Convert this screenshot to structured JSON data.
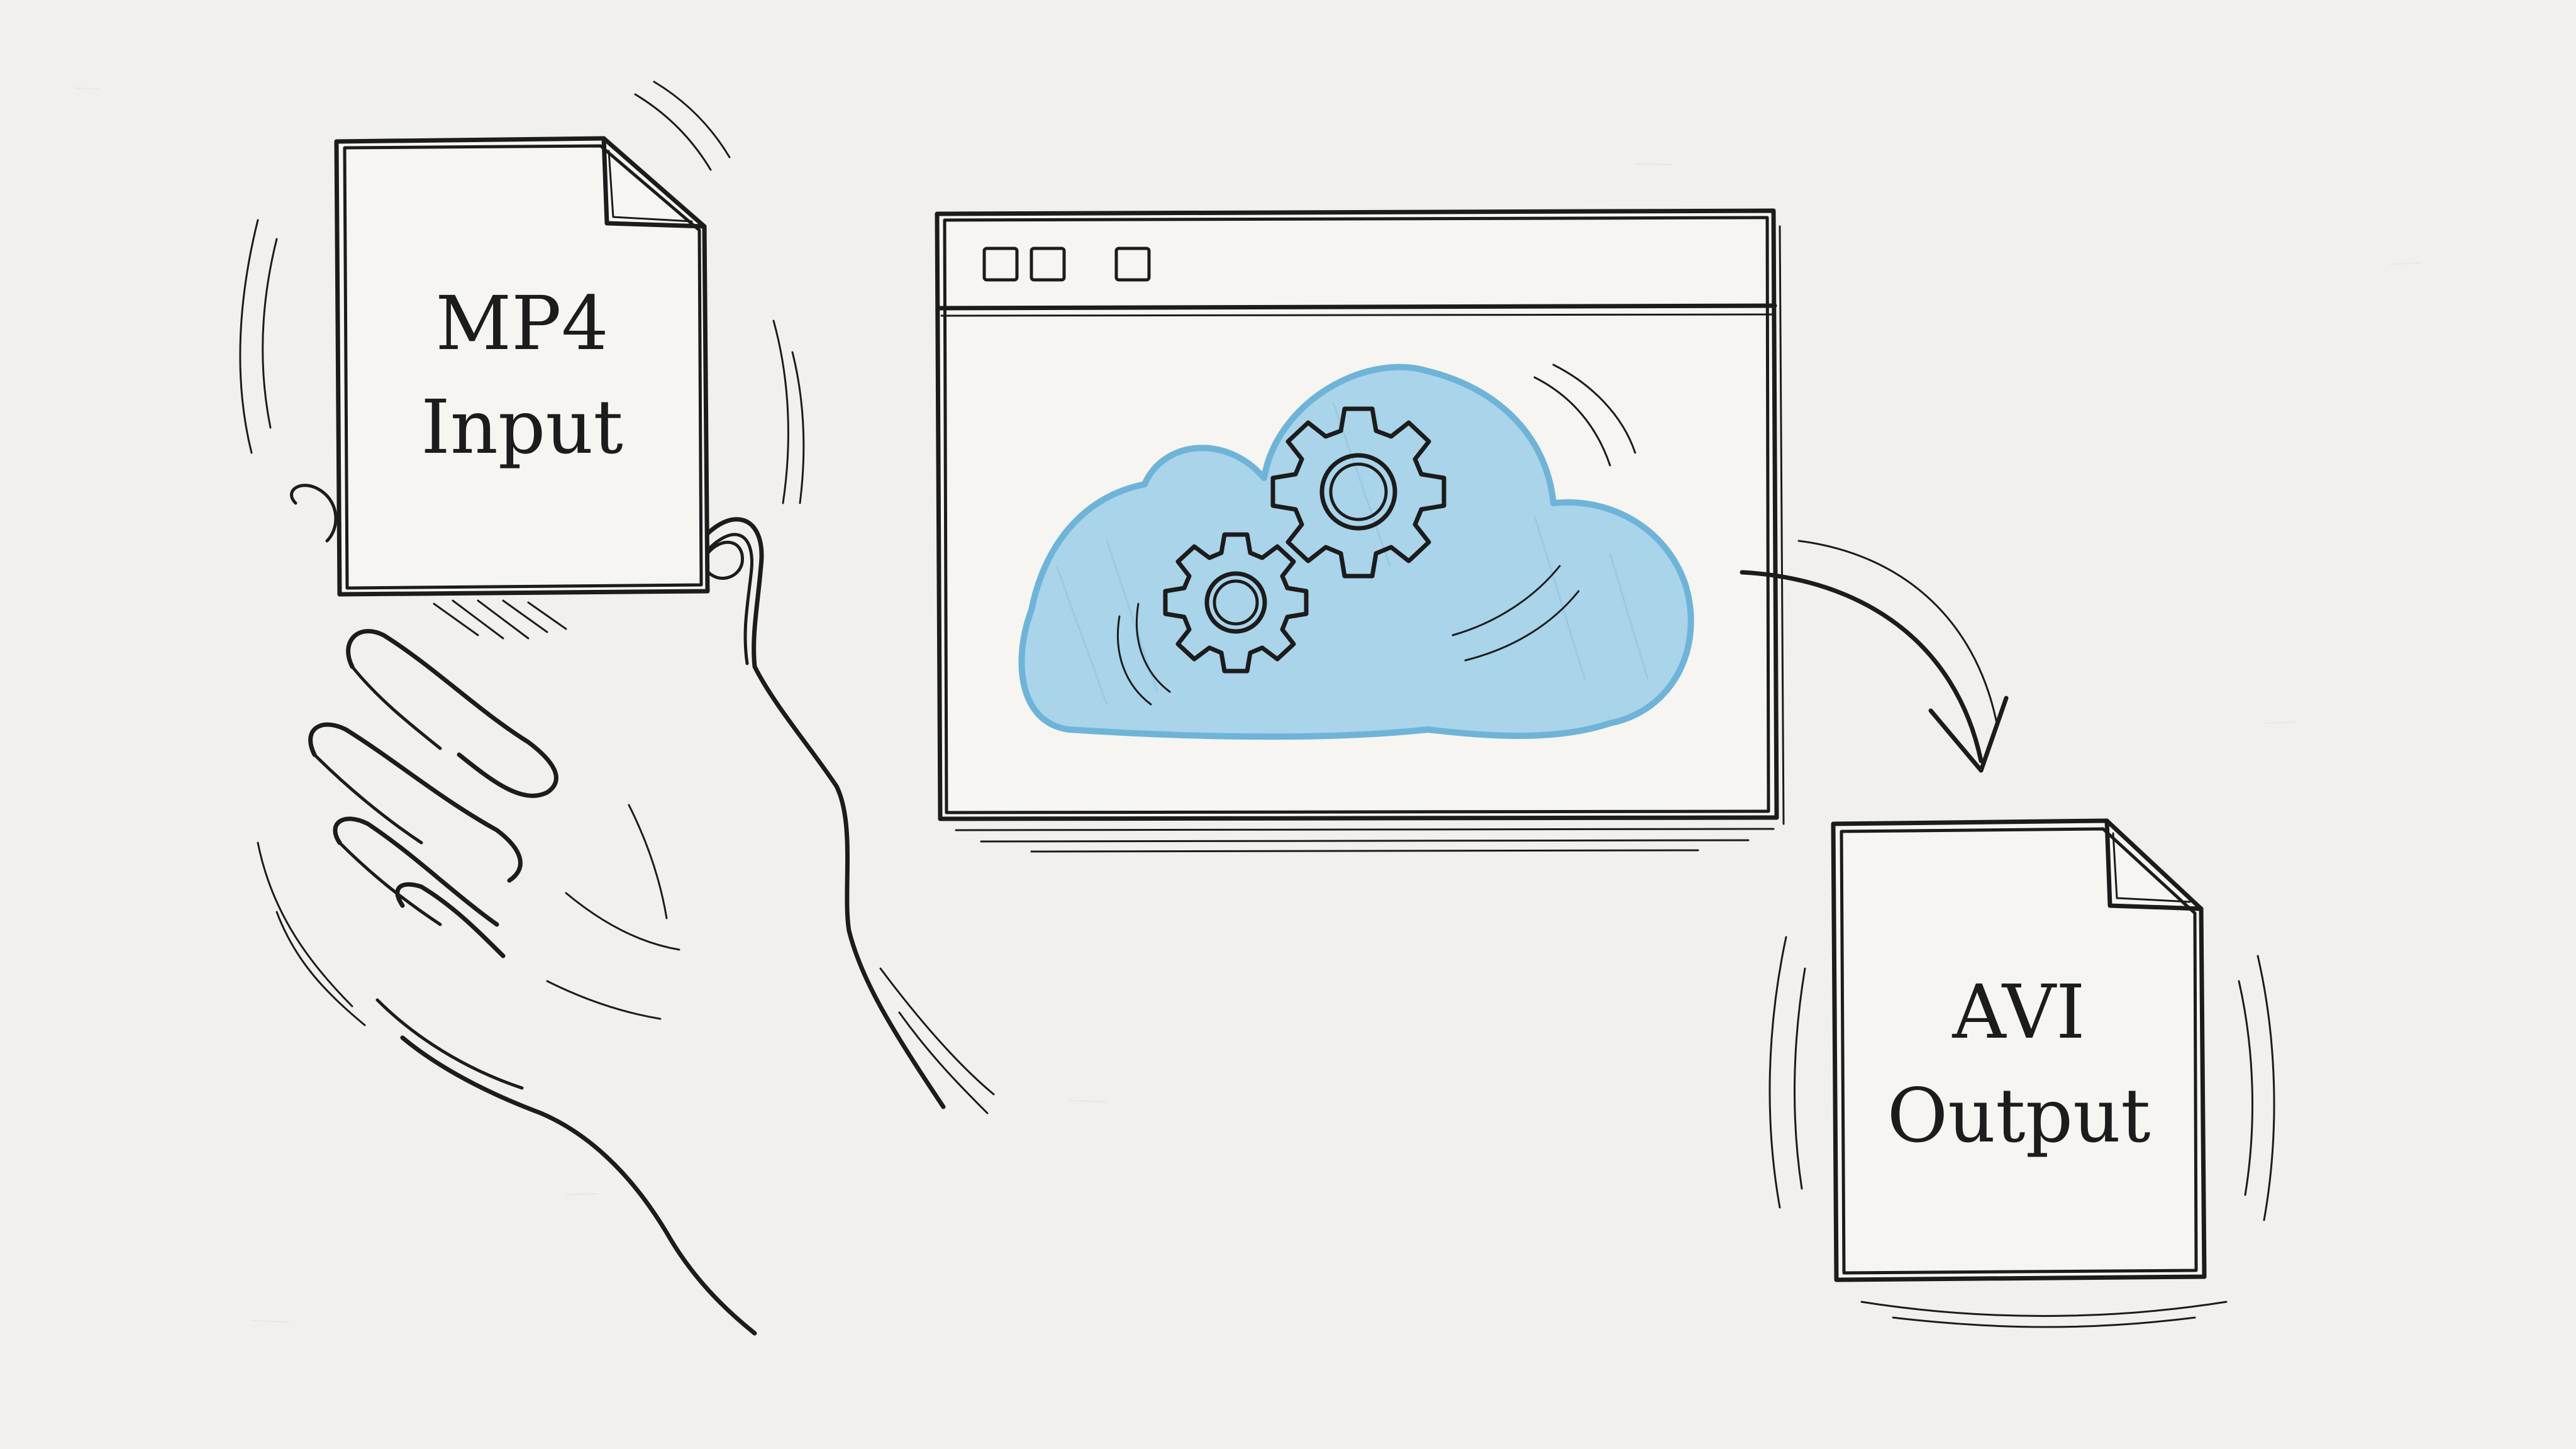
{
  "input_file": {
    "line1": "MP4",
    "line2": "Input"
  },
  "output_file": {
    "line1": "AVI",
    "line2": "Output"
  },
  "colors": {
    "paper": "#f1f0ed",
    "ink": "#1c1c1c",
    "cloud_fill": "#a9d4ea",
    "cloud_stroke": "#6fb4d8"
  }
}
